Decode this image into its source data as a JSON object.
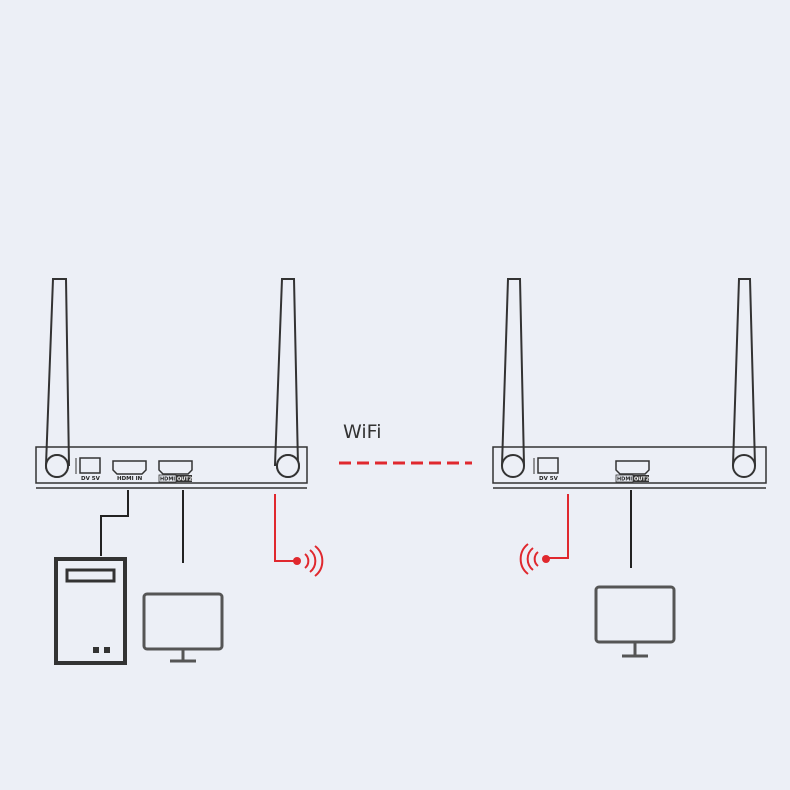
{
  "link": {
    "label": "WiFi",
    "color": "#e0282e"
  },
  "transmitter": {
    "ports": {
      "power": "DV 5V",
      "hdmi_in": "HDMI IN",
      "hdmi_out_a": "HDMI",
      "hdmi_out_b": "OUT2"
    }
  },
  "receiver": {
    "ports": {
      "power": "DV 5V",
      "hdmi_out_a": "HDMI",
      "hdmi_out_b": "OUT2"
    }
  },
  "colors": {
    "background": "#eceff6",
    "device": "#333333",
    "wire": "#222222",
    "signal": "#e0282e",
    "monitor": "#555555"
  }
}
